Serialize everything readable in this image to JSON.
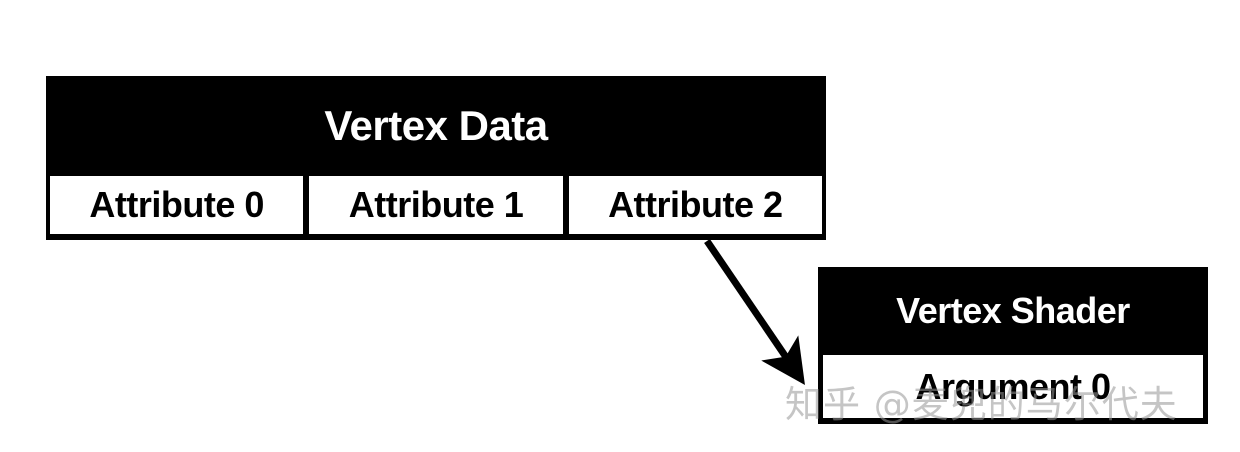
{
  "diagram": {
    "background_color": "#ffffff",
    "fill_color": "#000000",
    "cell_color": "#ffffff",
    "vertex_data": {
      "title": "Vertex Data",
      "attributes": [
        {
          "label": "Attribute 0"
        },
        {
          "label": "Attribute 1"
        },
        {
          "label": "Attribute 2"
        }
      ]
    },
    "vertex_shader": {
      "title": "Vertex Shader",
      "arguments": [
        {
          "label": "Argument 0"
        }
      ]
    },
    "connector": {
      "name": "attribute-2-to-argument-0-arrow",
      "from": "Attribute 2",
      "to": "Argument 0"
    }
  },
  "watermark": {
    "text": "知乎 @麦兜的马尔代夫"
  }
}
